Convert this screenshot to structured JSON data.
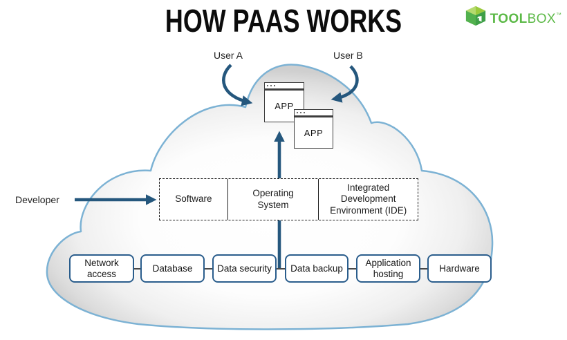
{
  "title": "HOW PAAS WORKS",
  "logo": {
    "word_bold": "TOOL",
    "word_light": "BOX",
    "trademark": "™"
  },
  "actors": {
    "user_a": "User A",
    "user_b": "User B",
    "developer": "Developer"
  },
  "apps": {
    "window1": "APP",
    "window2": "APP"
  },
  "platform_layer": {
    "items": [
      "Software",
      "Operating System",
      "Integrated Development Environment (IDE)"
    ]
  },
  "infrastructure_layer": {
    "items": [
      "Network access",
      "Database",
      "Data security",
      "Data backup",
      "Application hosting",
      "Hardware"
    ]
  },
  "colors": {
    "arrow_blue": "#25577d",
    "cloud_outline": "#7cb2d4",
    "infra_box_border": "#2a5d8c",
    "logo_green": "#5cb947",
    "title_black": "#0c0c0c"
  }
}
